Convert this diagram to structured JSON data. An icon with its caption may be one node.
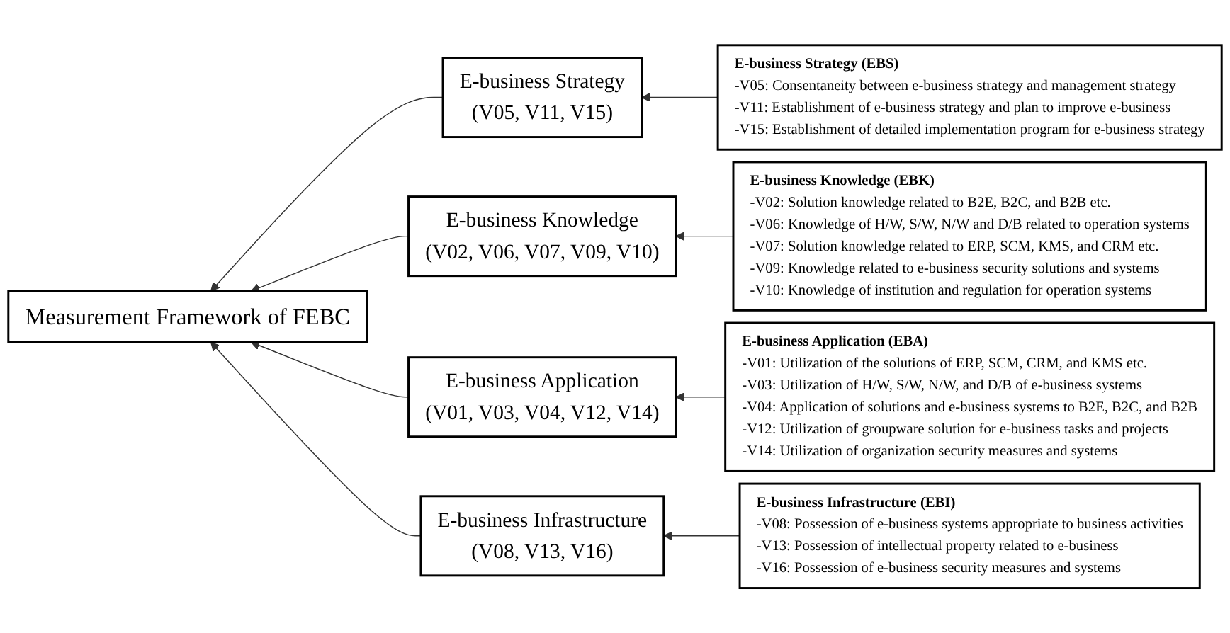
{
  "diagram": {
    "nodes": [
      {
        "text": [
          "Measurement Framework of FEBC"
        ]
      },
      {
        "text": [
          "E-business Strategy",
          "(V05, V11, V15)"
        ]
      },
      {
        "text": [
          "E-business Knowledge",
          "(V02, V06, V07, V09, V10)"
        ]
      },
      {
        "text": [
          "E-business Application",
          "(V01, V03, V04, V12, V14)"
        ]
      },
      {
        "text": [
          "E-business Infrastructure",
          "(V08, V13, V16)"
        ]
      },
      {
        "text": [
          "E-business Strategy (EBS)",
          "-V05: Consentaneity between e-business strategy and management strategy",
          "-V11: Establishment of  e-business strategy  and plan to improve e-business",
          "-V15: Establishment of detailed implementation program for e-business strategy"
        ]
      },
      {
        "text": [
          "E-business Knowledge (EBK)",
          "-V02: Solution knowledge related to B2E, B2C, and B2B etc.",
          "-V06: Knowledge of H/W, S/W, N/W and D/B related to operation systems",
          "-V07: Solution knowledge related to ERP, SCM, KMS, and CRM etc.",
          "-V09: Knowledge related to e-business security solutions and systems",
          "-V10: Knowledge of institution and regulation for operation systems"
        ]
      },
      {
        "text": [
          "E-business Application (EBA)",
          "-V01: Utilization of the solutions of ERP, SCM, CRM, and KMS etc.",
          "-V03: Utilization of H/W, S/W, N/W, and D/B of e-business systems",
          "-V04: Application of solutions and e-business systems to B2E, B2C, and B2B",
          "-V12: Utilization of groupware solution for e-business tasks and projects",
          "-V14: Utilization of organization security measures and systems"
        ]
      },
      {
        "text": [
          "E-business Infrastructure (EBI)",
          "-V08: Possession of e-business systems appropriate to business activities",
          "-V13: Possession of intellectual property related to e-business",
          "-V16: Possession of e-business security measures and systems"
        ]
      }
    ],
    "edges": [
      {
        "from": 1,
        "to": 0,
        "arrow": "to"
      },
      {
        "from": 2,
        "to": 0,
        "arrow": "to"
      },
      {
        "from": 3,
        "to": 0,
        "arrow": "to"
      },
      {
        "from": 4,
        "to": 0,
        "arrow": "to"
      },
      {
        "from": 5,
        "to": 1,
        "arrow": "to"
      },
      {
        "from": 6,
        "to": 2,
        "arrow": "to"
      },
      {
        "from": 7,
        "to": 3,
        "arrow": "to"
      },
      {
        "from": 8,
        "to": 4,
        "arrow": "to"
      }
    ]
  }
}
